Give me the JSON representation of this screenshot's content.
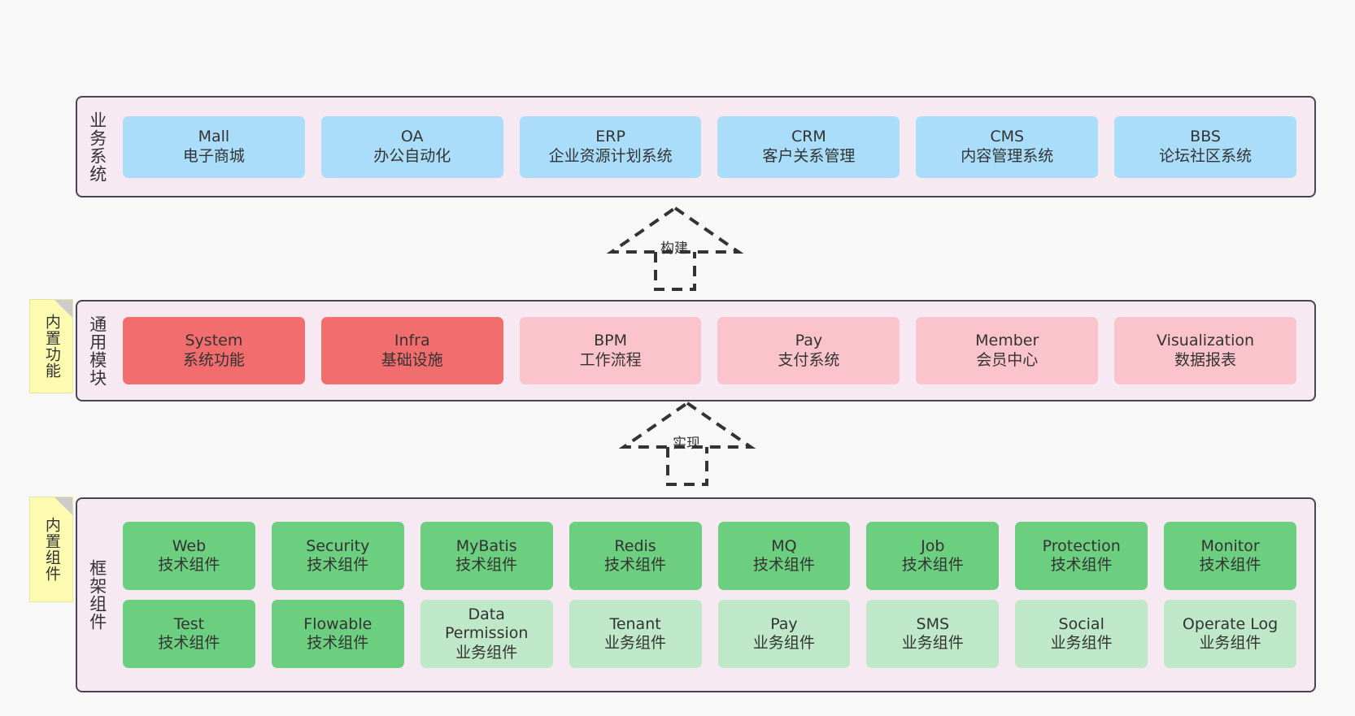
{
  "diagram": {
    "layers": [
      {
        "id": "business",
        "title": "业务系统",
        "rows": [
          {
            "cards": [
              {
                "name": "Mall",
                "sub": "电子商城",
                "color": "#aaddf9"
              },
              {
                "name": "OA",
                "sub": "办公自动化",
                "color": "#aaddf9"
              },
              {
                "name": "ERP",
                "sub": "企业资源计划系统",
                "color": "#aaddf9"
              },
              {
                "name": "CRM",
                "sub": "客户关系管理",
                "color": "#aaddf9"
              },
              {
                "name": "CMS",
                "sub": "内容管理系统",
                "color": "#aaddf9"
              },
              {
                "name": "BBS",
                "sub": "论坛社区系统",
                "color": "#aaddf9"
              }
            ]
          }
        ]
      },
      {
        "id": "common",
        "title": "通用模块",
        "sticky": "内置功能",
        "rows": [
          {
            "cards": [
              {
                "name": "System",
                "sub": "系统功能",
                "color": "#f26d6d"
              },
              {
                "name": "Infra",
                "sub": "基础设施",
                "color": "#f26d6d"
              },
              {
                "name": "BPM",
                "sub": "工作流程",
                "color": "#fbc4cd"
              },
              {
                "name": "Pay",
                "sub": "支付系统",
                "color": "#fbc4cd"
              },
              {
                "name": "Member",
                "sub": "会员中心",
                "color": "#fbc4cd"
              },
              {
                "name": "Visualization",
                "sub": "数据报表",
                "color": "#fbc4cd"
              }
            ]
          }
        ]
      },
      {
        "id": "framework",
        "title": "框架组件",
        "sticky": "内置组件",
        "rows": [
          {
            "cards": [
              {
                "name": "Web",
                "sub": "技术组件",
                "color": "#6cce7f"
              },
              {
                "name": "Security",
                "sub": "技术组件",
                "color": "#6cce7f"
              },
              {
                "name": "MyBatis",
                "sub": "技术组件",
                "color": "#6cce7f"
              },
              {
                "name": "Redis",
                "sub": "技术组件",
                "color": "#6cce7f"
              },
              {
                "name": "MQ",
                "sub": "技术组件",
                "color": "#6cce7f"
              },
              {
                "name": "Job",
                "sub": "技术组件",
                "color": "#6cce7f"
              },
              {
                "name": "Protection",
                "sub": "技术组件",
                "color": "#6cce7f"
              },
              {
                "name": "Monitor",
                "sub": "技术组件",
                "color": "#6cce7f"
              }
            ]
          },
          {
            "cards": [
              {
                "name": "Test",
                "sub": "技术组件",
                "color": "#6cce7f"
              },
              {
                "name": "Flowable",
                "sub": "技术组件",
                "color": "#6cce7f"
              },
              {
                "name": "Data Permission",
                "sub": "业务组件",
                "color": "#bfe8c8"
              },
              {
                "name": "Tenant",
                "sub": "业务组件",
                "color": "#bfe8c8"
              },
              {
                "name": "Pay",
                "sub": "业务组件",
                "color": "#bfe8c8"
              },
              {
                "name": "SMS",
                "sub": "业务组件",
                "color": "#bfe8c8"
              },
              {
                "name": "Social",
                "sub": "业务组件",
                "color": "#bfe8c8"
              },
              {
                "name": "Operate Log",
                "sub": "业务组件",
                "color": "#bfe8c8"
              }
            ]
          }
        ]
      }
    ],
    "arrows": [
      {
        "id": "build",
        "label": "构建"
      },
      {
        "id": "impl",
        "label": "实现"
      }
    ],
    "colors": {
      "panel_background": "#f7e9f2",
      "panel_border": "#4b4453",
      "sticky_background": "#fcfbb0",
      "sticky_fold": "#cccccc",
      "canvas_background": "#f8f8f8",
      "arrow_stroke": "#333333"
    }
  }
}
